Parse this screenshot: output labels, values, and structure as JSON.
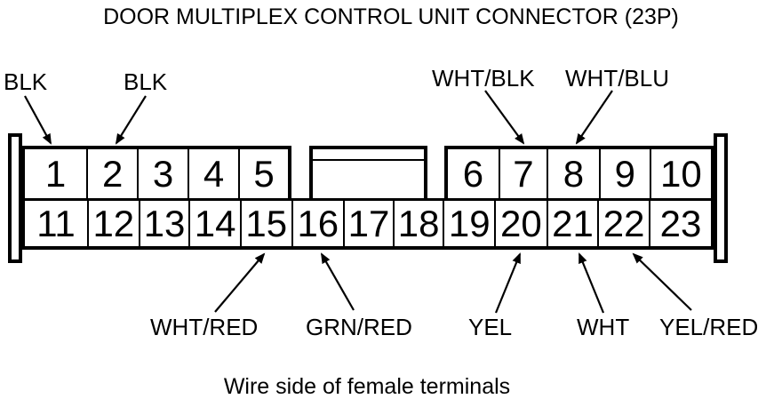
{
  "title": "DOOR MULTIPLEX CONTROL UNIT CONNECTOR (23P)",
  "caption": "Wire side of female terminals",
  "connector": {
    "total_pins": "23",
    "terminals_top_left": [
      "1",
      "2",
      "3",
      "4",
      "5"
    ],
    "terminals_top_right": [
      "6",
      "7",
      "8",
      "9",
      "10"
    ],
    "terminals_bottom": [
      "11",
      "12",
      "13",
      "14",
      "15",
      "16",
      "17",
      "18",
      "19",
      "20",
      "21",
      "22",
      "23"
    ]
  },
  "wire_labels": {
    "top": [
      {
        "label": "BLK",
        "terminal": "1"
      },
      {
        "label": "BLK",
        "terminal": "2"
      },
      {
        "label": "WHT/BLK",
        "terminal": "7"
      },
      {
        "label": "WHT/BLU",
        "terminal": "8"
      }
    ],
    "bottom": [
      {
        "label": "WHT/RED",
        "terminal": "15"
      },
      {
        "label": "GRN/RED",
        "terminal": "16"
      },
      {
        "label": "YEL",
        "terminal": "20"
      },
      {
        "label": "WHT",
        "terminal": "21"
      },
      {
        "label": "YEL/RED",
        "terminal": "22"
      }
    ]
  },
  "colors": {
    "ink": "#000000",
    "background": "#ffffff"
  }
}
